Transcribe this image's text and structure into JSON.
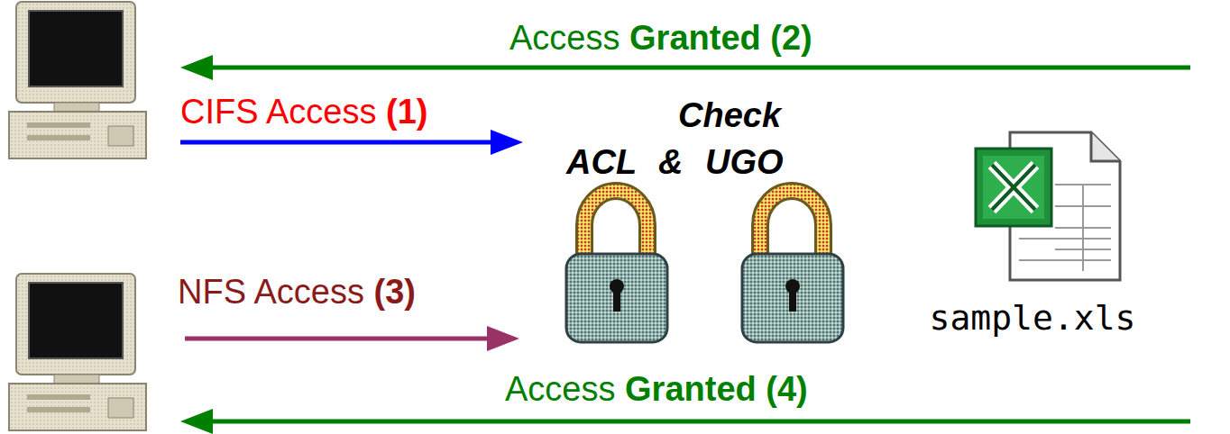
{
  "diagram": {
    "nodes": [
      {
        "text": [
          "sample.xls"
        ]
      }
    ],
    "labels": [
      "Access Granted (2)",
      "CIFS Access (1)",
      "Check",
      "ACL & UGO",
      "NFS Access (3)",
      "Access Granted (4)"
    ]
  }
}
